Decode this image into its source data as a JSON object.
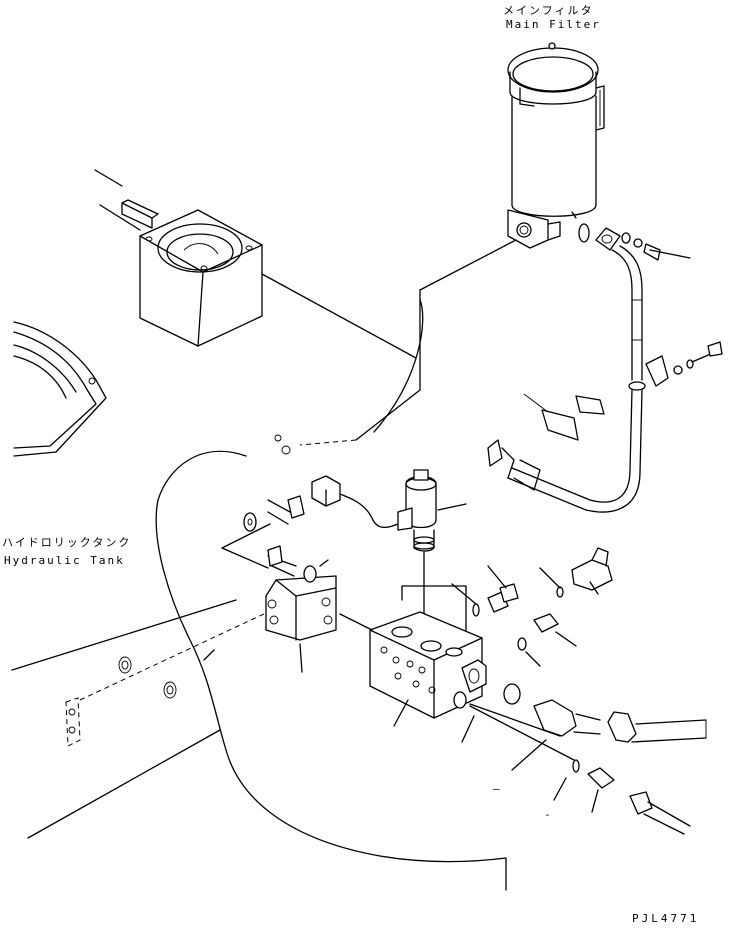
{
  "labels": {
    "main_filter_jp": "メインフィルタ",
    "main_filter_en": "Main Filter",
    "hydraulic_tank_jp": "ハイドロリックタンク",
    "hydraulic_tank_en": "Hydraulic Tank",
    "drawing_code": "PJL4771",
    "callout_dash_1": "–",
    "callout_dash_2": "-"
  }
}
